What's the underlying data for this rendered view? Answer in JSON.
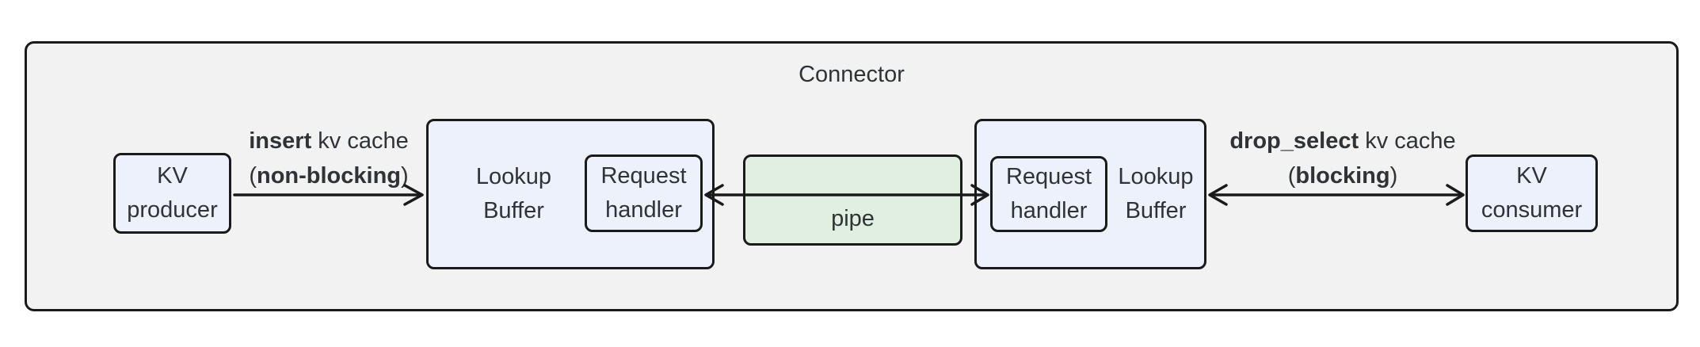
{
  "title": "Connector",
  "nodes": {
    "kv_producer": {
      "line1": "KV",
      "line2": "producer"
    },
    "lookup_buffer_left": {
      "line1": "Lookup",
      "line2": "Buffer"
    },
    "request_handler_left": {
      "line1": "Request",
      "line2": "handler"
    },
    "pipe": {
      "label": "pipe"
    },
    "request_handler_right": {
      "line1": "Request",
      "line2": "handler"
    },
    "lookup_buffer_right": {
      "line1": "Lookup",
      "line2": "Buffer"
    },
    "kv_consumer": {
      "line1": "KV",
      "line2": "consumer"
    }
  },
  "edges": {
    "insert": {
      "verb": "insert",
      "rest": " kv cache",
      "open": "(",
      "mode": "non-blocking",
      "close": ")"
    },
    "drop_select": {
      "verb": "drop_select",
      "rest": " kv cache",
      "open": "(",
      "mode": "blocking",
      "close": ")"
    }
  },
  "colors": {
    "node_fill": "#EDF1FB",
    "pipe_fill": "#E1EFE1",
    "container_fill": "#F2F2F2",
    "border": "#1A1A1A",
    "text": "#2F3337",
    "page_bg": "#FFFFFF"
  }
}
